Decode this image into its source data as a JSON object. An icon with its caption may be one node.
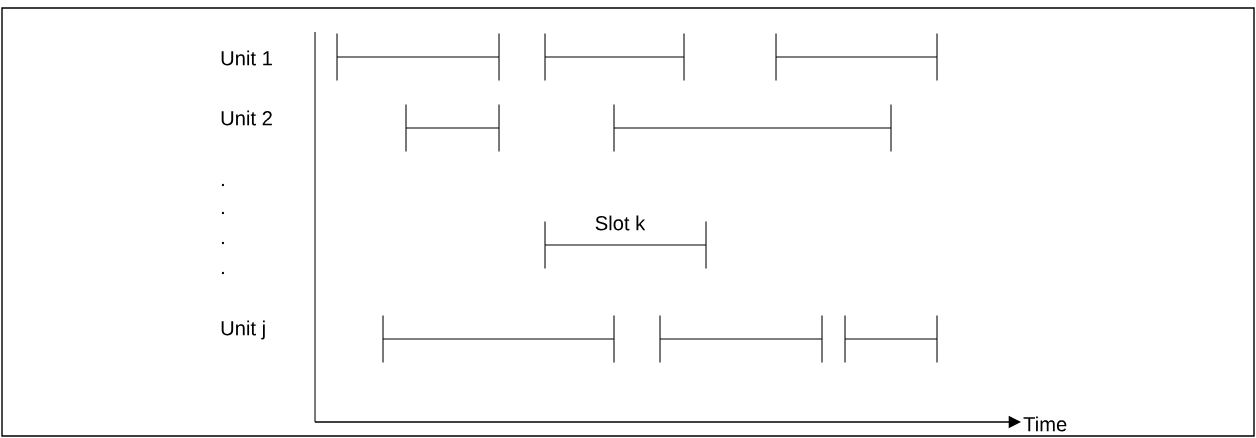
{
  "diagram": {
    "labels": [
      "Unit 1",
      "Unit 2",
      ".",
      ".",
      ".",
      ".",
      "Slot k",
      "Unit j",
      "Time"
    ]
  }
}
